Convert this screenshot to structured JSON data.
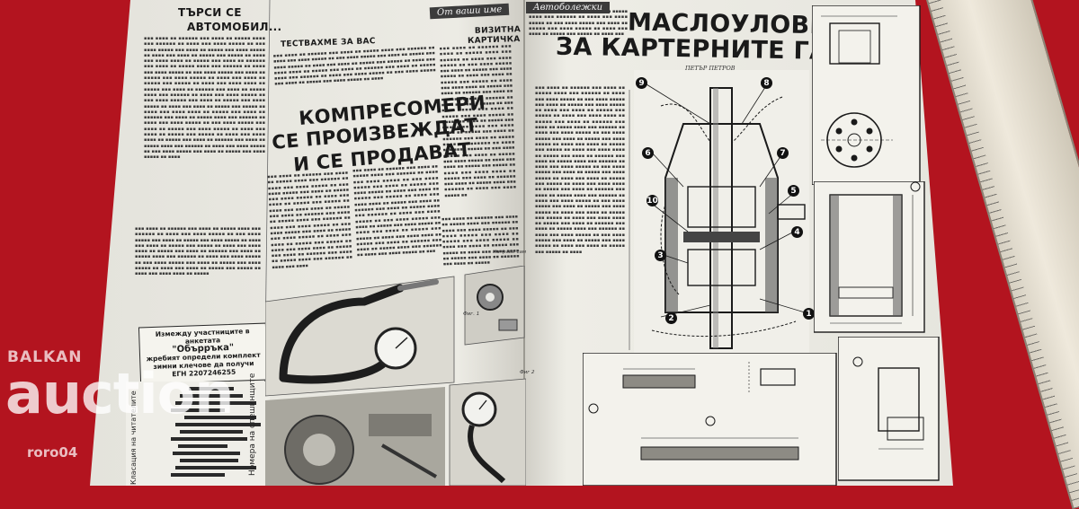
{
  "left_page": {
    "title_line1": "ТЪРСИ СЕ",
    "title_line2": "АВТОМОБИЛ...",
    "ad_line1": "Измежду участниците в",
    "ad_line2": "анкетата",
    "ad_quote": "\"Обърръка\"",
    "ad_line3": "жребият определи комплект",
    "ad_line4": "зимни клечове да получи",
    "ad_line5": "ЕГН 2207246255",
    "side_label1": "Номера на спешинщите",
    "side_label2": "Класация на читателите"
  },
  "center_page": {
    "rubric": "От ваши име",
    "section1": "ТЕСТВАХМЕ ЗА ВАС",
    "section2_line1": "ВИЗИТНА",
    "section2_line2": "КАРТИЧКА",
    "headline_line1": "КОМПРЕСОМЕРИ",
    "headline_line2": "СЕ ПРОИЗВЕЖДАТ",
    "headline_line3": "И СЕ ПРОДАВАТ",
    "caption_fig1": "Фиг. 1",
    "caption_fig2": "Фиг 2",
    "caption_photo": "Направи сам"
  },
  "right_page": {
    "rubric": "Автоболежки",
    "headline_line1": "МАСЛОУЛОВИТЕЛ",
    "headline_line2": "ЗА КАРТЕРНИТЕ ГАЗОВЕ",
    "author": "ПЕТЪР ПЕТРОВ"
  },
  "watermark": {
    "brand_line1": "BALKAN",
    "brand_line2": "auction",
    "seller": "roro04"
  },
  "colors": {
    "background": "#b3141f",
    "paper": "#ecebe4",
    "ink": "#1a1a1a"
  }
}
